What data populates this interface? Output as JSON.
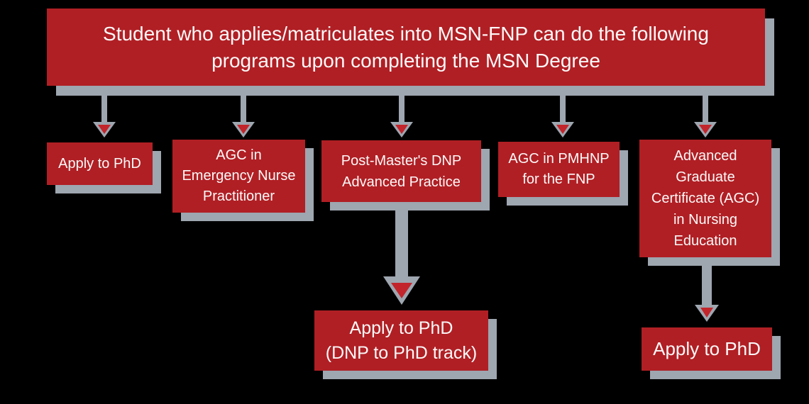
{
  "colors": {
    "box_red": "#B01F24",
    "arrow_inner_red": "#C2252B",
    "connector_gray": "#9EA6B0",
    "background": "#000000",
    "text": "#FCF9F9"
  },
  "banner": {
    "text": "Student who applies/matriculates into MSN-FNP can do the following\nprograms upon completing the MSN Degree"
  },
  "row1_boxes": [
    {
      "label": "Apply to PhD"
    },
    {
      "label": "AGC in\nEmergency Nurse\nPractitioner"
    },
    {
      "label": "Post-Master's DNP\nAdvanced Practice"
    },
    {
      "label": "AGC in PMHNP\nfor the FNP"
    },
    {
      "label": "Advanced\nGraduate\nCertificate (AGC)\nin Nursing\nEducation"
    }
  ],
  "row2_boxes": [
    {
      "label": "Apply to PhD\n(DNP to PhD track)"
    },
    {
      "label": "Apply to PhD"
    }
  ]
}
